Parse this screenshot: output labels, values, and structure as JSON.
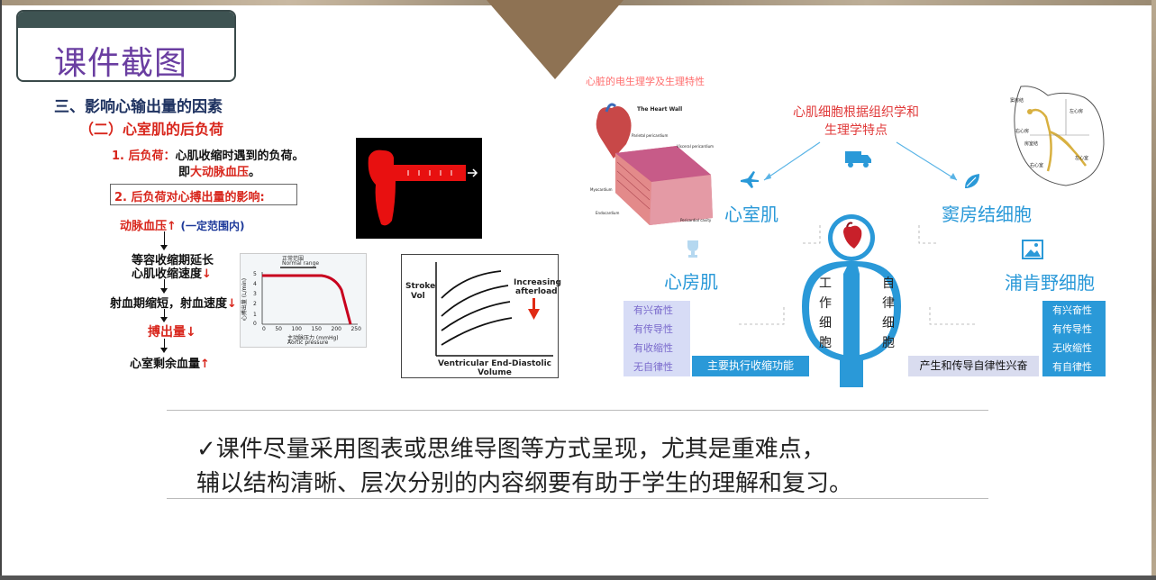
{
  "title": "课件截图",
  "left": {
    "h1": "三、影响心输出量的因素",
    "h2": "（二）心室肌的后负荷",
    "p1_prefix": "1. 后负荷：",
    "p1_text": "心肌收缩时遇到的负荷。",
    "p1b_prefix": "即",
    "p1b_red": "大动脉血压",
    "p1b_end": "。",
    "p2": "2. 后负荷对心搏出量的影响:",
    "flow1_red": "动脉血压",
    "flow1_arrow": "↑",
    "flow1_blue": "(一定范围内)",
    "flow2a": "等容收缩期延长",
    "flow2b": "心肌收缩速度",
    "flow2b_arrow": "↓",
    "flow3": "射血期缩短，射血速度",
    "flow3_arrow": "↓",
    "flow4_red": "搏出量",
    "flow4_arrow": "↓",
    "flow5": "心室剩余血量",
    "flow5_arrow": "↑"
  },
  "chart1": {
    "top_label_cn": "正常范围",
    "top_label_en": "Normal range",
    "y_label": "心搏出量 (L/min)",
    "x_label_cn": "主动脉压力 (mmHg)",
    "x_label_en": "Aortic pressure",
    "y_ticks": [
      "0",
      "1",
      "2",
      "3",
      "4",
      "5"
    ],
    "x_ticks": [
      "0",
      "50",
      "100",
      "150",
      "200",
      "250"
    ]
  },
  "chart2": {
    "y_label_1": "Stroke",
    "y_label_2": "Vol",
    "x_label_1": "Ventricular End-Diastolic",
    "x_label_2": "Volume",
    "note_1": "Increasing",
    "note_2": "afterload"
  },
  "right": {
    "heart_title": "心脏的电生理学及生理特性",
    "heart_wall": "The Heart Wall",
    "heart_labels": [
      "Parietal pericardium",
      "Visceral pericardium",
      "Myocardium",
      "Endocardium",
      "Pericardial cavity"
    ],
    "center_line1": "心肌细胞根据组织学和",
    "center_line2": "生理学特点",
    "node_ventricle": "心室肌",
    "node_sinoatrial": "窦房结细胞",
    "node_atrium": "心房肌",
    "node_purkinje": "浦肯野细胞",
    "work_chars": [
      "工",
      "作",
      "细",
      "胞"
    ],
    "auto_chars": [
      "自",
      "律",
      "细",
      "胞"
    ],
    "props_left": [
      "有兴奋性",
      "有传导性",
      "有收缩性",
      "无自律性"
    ],
    "props_right": [
      "有兴奋性",
      "有传导性",
      "无收缩性",
      "有自律性"
    ],
    "tag_left": "主要执行收缩功能",
    "tag_right": "产生和传导自律性兴奋",
    "anat_labels": [
      "窦房结",
      "左心房",
      "右心房",
      "房室结",
      "右心室",
      "左心室"
    ]
  },
  "caption": {
    "line1": "✓课件尽量采用图表或思维导图等方式呈现，尤其是重难点，",
    "line2": "辅以结构清晰、层次分别的内容纲要有助于学生的理解和复习。"
  },
  "colors": {
    "accent_blue": "#2a99d8",
    "red": "#d8261c",
    "purple": "#6a3ea1",
    "brown": "#8e7253"
  }
}
